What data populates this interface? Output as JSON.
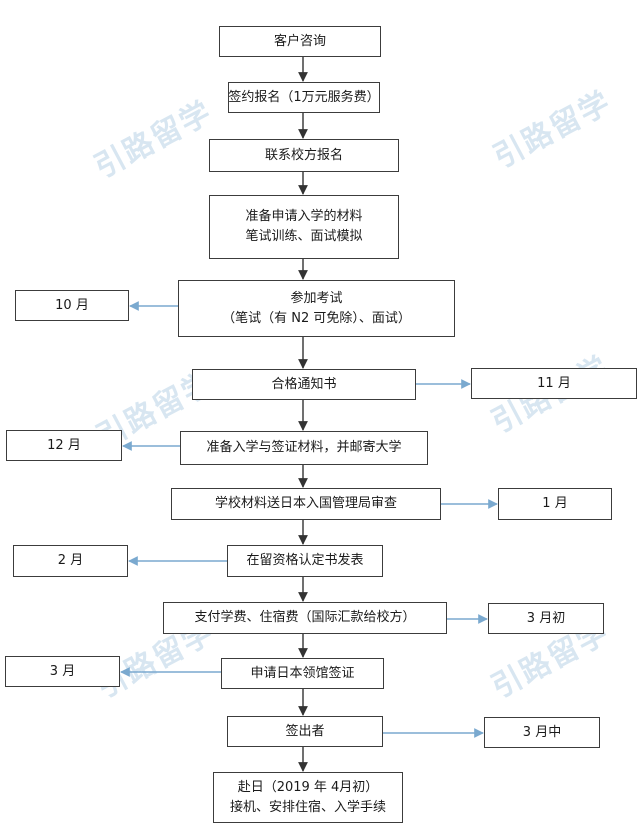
{
  "watermark": "引路留学",
  "main_steps": [
    {
      "lines": [
        "客户咨询"
      ]
    },
    {
      "lines": [
        "签约报名（1万元服务费）"
      ]
    },
    {
      "lines": [
        "联系校方报名"
      ]
    },
    {
      "lines": [
        "准备申请入学的材料",
        "笔试训练、面试模拟"
      ]
    },
    {
      "lines": [
        "参加考试",
        "（笔试（有 N2 可免除）、面试）"
      ]
    },
    {
      "lines": [
        "合格通知书"
      ]
    },
    {
      "lines": [
        "准备入学与签证材料，并邮寄大学"
      ]
    },
    {
      "lines": [
        "学校材料送日本入国管理局审查"
      ]
    },
    {
      "lines": [
        "在留资格认定书发表"
      ]
    },
    {
      "lines": [
        "支付学费、住宿费（国际汇款给校方）"
      ]
    },
    {
      "lines": [
        "申请日本领馆签证"
      ]
    },
    {
      "lines": [
        "签出者"
      ]
    },
    {
      "lines": [
        "赴日（2019 年 4月初）",
        "接机、安排住宿、入学手续"
      ]
    }
  ],
  "side_notes": [
    {
      "step": 4,
      "side": "left",
      "label": "10 月"
    },
    {
      "step": 5,
      "side": "right",
      "label": "11 月"
    },
    {
      "step": 6,
      "side": "left",
      "label": "12 月"
    },
    {
      "step": 7,
      "side": "right",
      "label": "1 月"
    },
    {
      "step": 8,
      "side": "left",
      "label": "2 月"
    },
    {
      "step": 9,
      "side": "right",
      "label": "3 月初"
    },
    {
      "step": 10,
      "side": "left",
      "label": "3 月"
    },
    {
      "step": 11,
      "side": "right",
      "label": "3 月中"
    }
  ]
}
